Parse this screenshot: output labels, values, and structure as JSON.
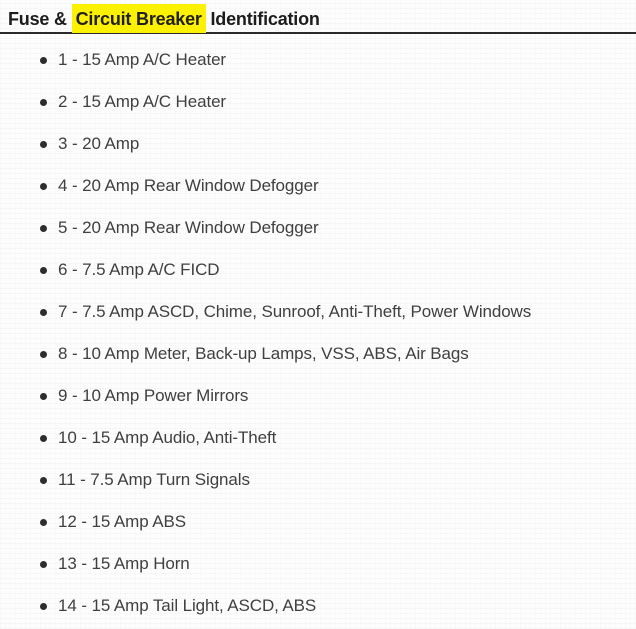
{
  "title": {
    "prefix": "Fuse & ",
    "highlight": "Circuit Breaker",
    "suffix": " Identification"
  },
  "colors": {
    "highlight": "#fdf102",
    "title_text": "#1c1c1c",
    "body_text": "#404040",
    "divider": "#2b2b2b",
    "bullet": "#2d2d2d"
  },
  "fuse_list": {
    "items": [
      "1 - 15 Amp A/C Heater",
      "2 - 15 Amp A/C Heater",
      "3 - 20 Amp",
      "4 - 20 Amp Rear Window Defogger",
      "5 - 20 Amp Rear Window Defogger",
      "6 - 7.5 Amp A/C FICD",
      "7 - 7.5 Amp ASCD, Chime, Sunroof, Anti-Theft, Power Windows",
      "8 - 10 Amp Meter, Back-up Lamps, VSS, ABS, Air Bags",
      "9 - 10 Amp Power Mirrors",
      "10 - 15 Amp Audio, Anti-Theft",
      "11 - 7.5 Amp Turn Signals",
      "12 - 15 Amp ABS",
      "13 - 15 Amp Horn",
      "14 - 15 Amp Tail Light, ASCD, ABS"
    ]
  }
}
